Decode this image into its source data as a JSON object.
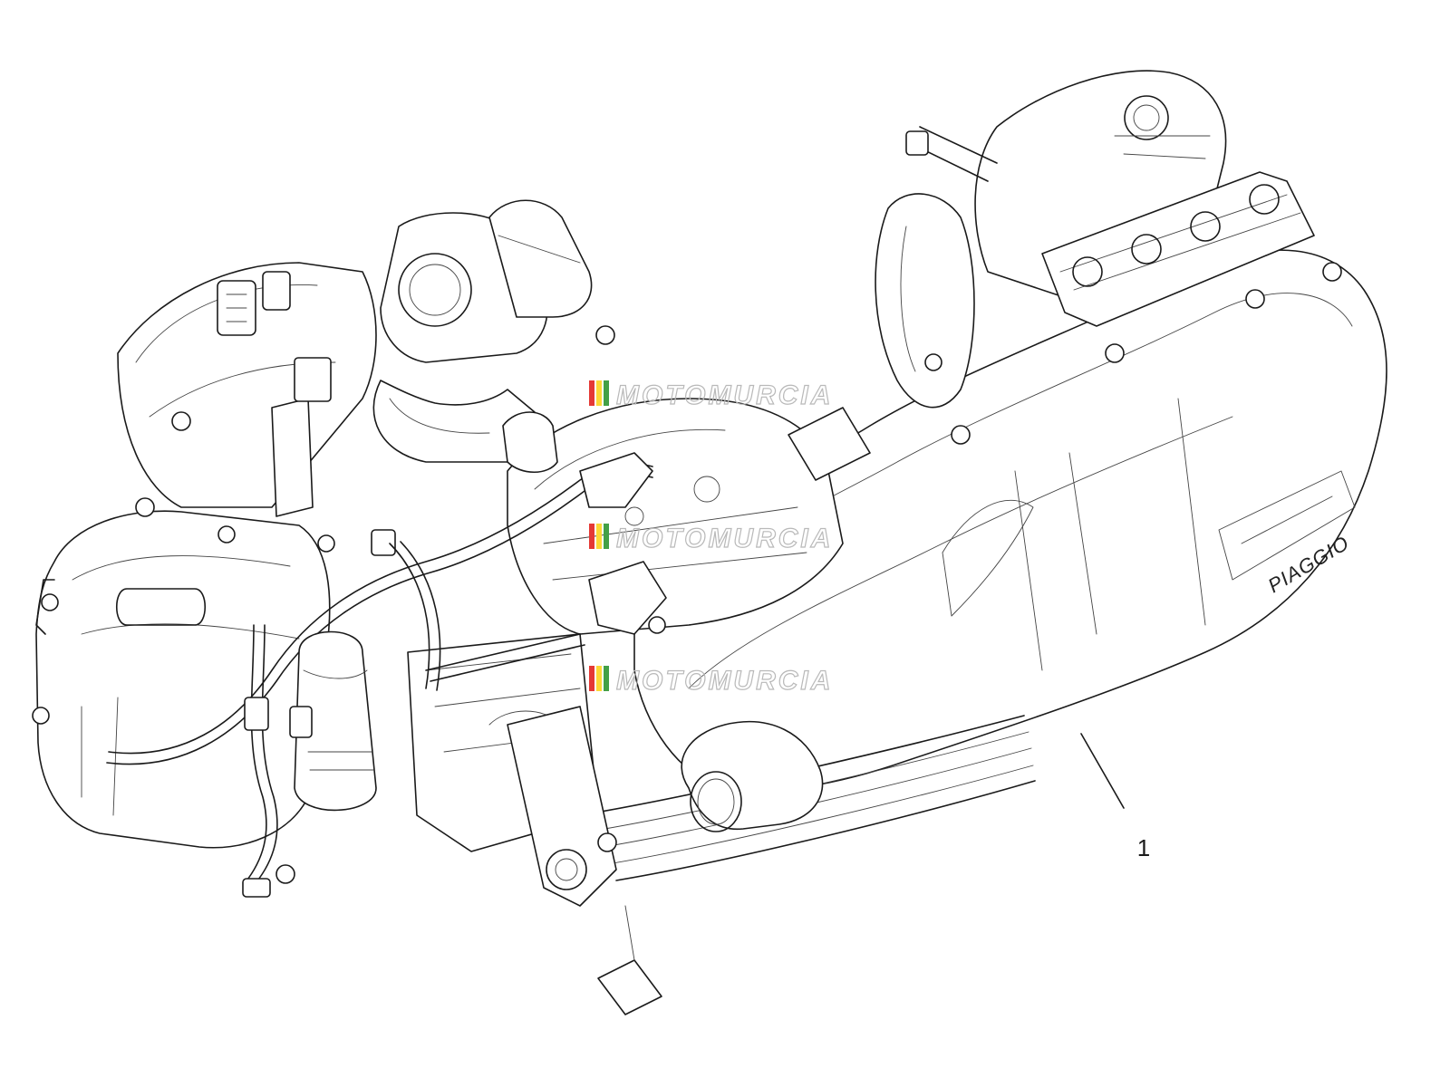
{
  "diagram": {
    "callouts": [
      {
        "number": "1"
      }
    ],
    "brand_mark": "PIAGGIO",
    "watermark": {
      "text": "MOTOMURCIA",
      "stripe_colors": [
        "#e53935",
        "#fdd835",
        "#43a047"
      ]
    },
    "line_color": "#1a1a1a",
    "background": "#ffffff"
  }
}
